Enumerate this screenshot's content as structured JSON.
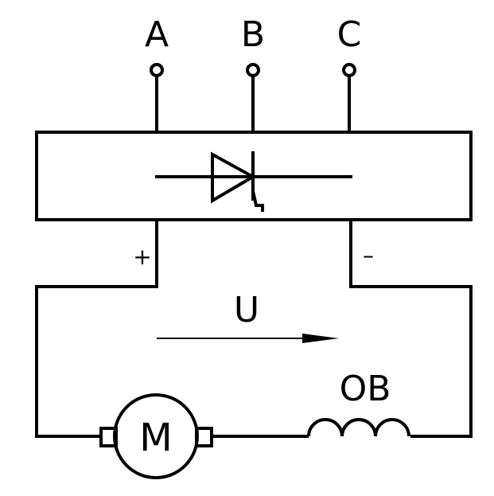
{
  "diagram": {
    "terminals": [
      "A",
      "B",
      "C"
    ],
    "polarity": {
      "plus": "+",
      "minus": "–"
    },
    "voltage_label": "U",
    "motor_label": "M",
    "winding_label": "OB"
  }
}
